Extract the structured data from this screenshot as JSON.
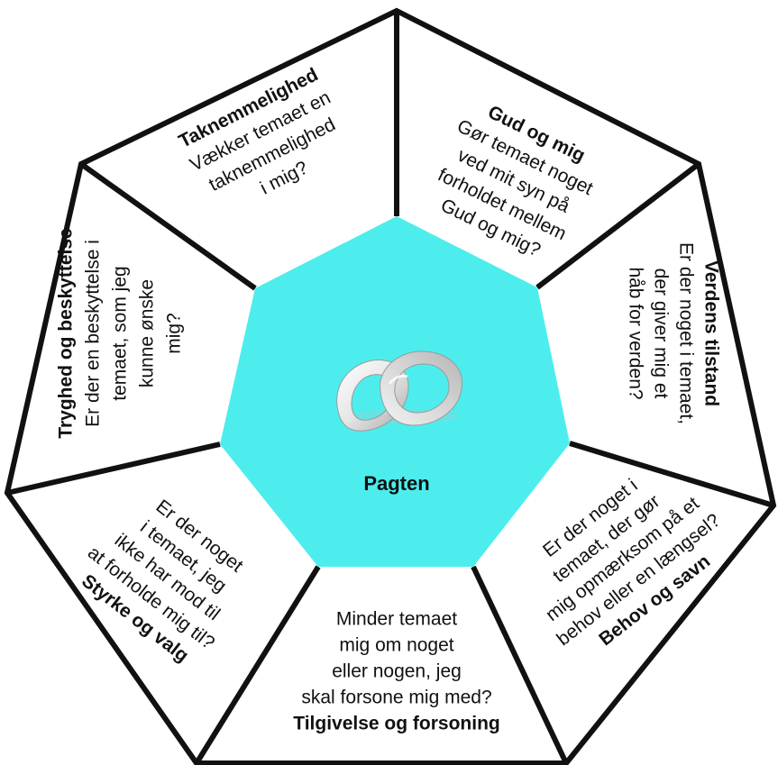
{
  "center": {
    "label": "Pagten",
    "fill_color": "#4DEDED",
    "icon": "interlocking-rings-icon"
  },
  "colors": {
    "outline": "#111111",
    "segment_fill": "#ffffff",
    "text": "#111111"
  },
  "segments": [
    {
      "id": "gud-og-mig",
      "title": "Gud og mig",
      "lines": [
        "Gør temaet noget",
        "ved mit syn på",
        "forholdet mellem",
        "Gud og mig?"
      ]
    },
    {
      "id": "verdens-tilstand",
      "title": "Verdens tilstand",
      "lines": [
        "Er der noget i temaet,",
        "der giver mig et",
        "håb for verden?"
      ]
    },
    {
      "id": "behov-og-savn",
      "title": "Behov og savn",
      "lines": [
        "Er der noget i",
        "temaet, der gør",
        "mig opmærksom på et",
        "behov eller en længsel?"
      ]
    },
    {
      "id": "tilgivelse-og-forsoning",
      "title": "Tilgivelse og forsoning",
      "lines": [
        "Minder temaet",
        "mig om noget",
        "eller nogen, jeg",
        "skal forsone mig med?"
      ]
    },
    {
      "id": "styrke-og-valg",
      "title": "Styrke og valg",
      "lines": [
        "Er der noget",
        "i temaet, jeg",
        "ikke har mod til",
        "at forholde mig til?"
      ]
    },
    {
      "id": "tryghed-og-beskyttelse",
      "title": "Tryghed og beskyttelse",
      "lines": [
        "Er der en beskyttelse i",
        "temaet, som jeg",
        "kunne ønske",
        "mig?"
      ]
    },
    {
      "id": "taknemmelighed",
      "title": "Taknemmelighed",
      "lines": [
        "Vækker temaet en",
        "taknemmelighed",
        "i mig?"
      ]
    }
  ]
}
